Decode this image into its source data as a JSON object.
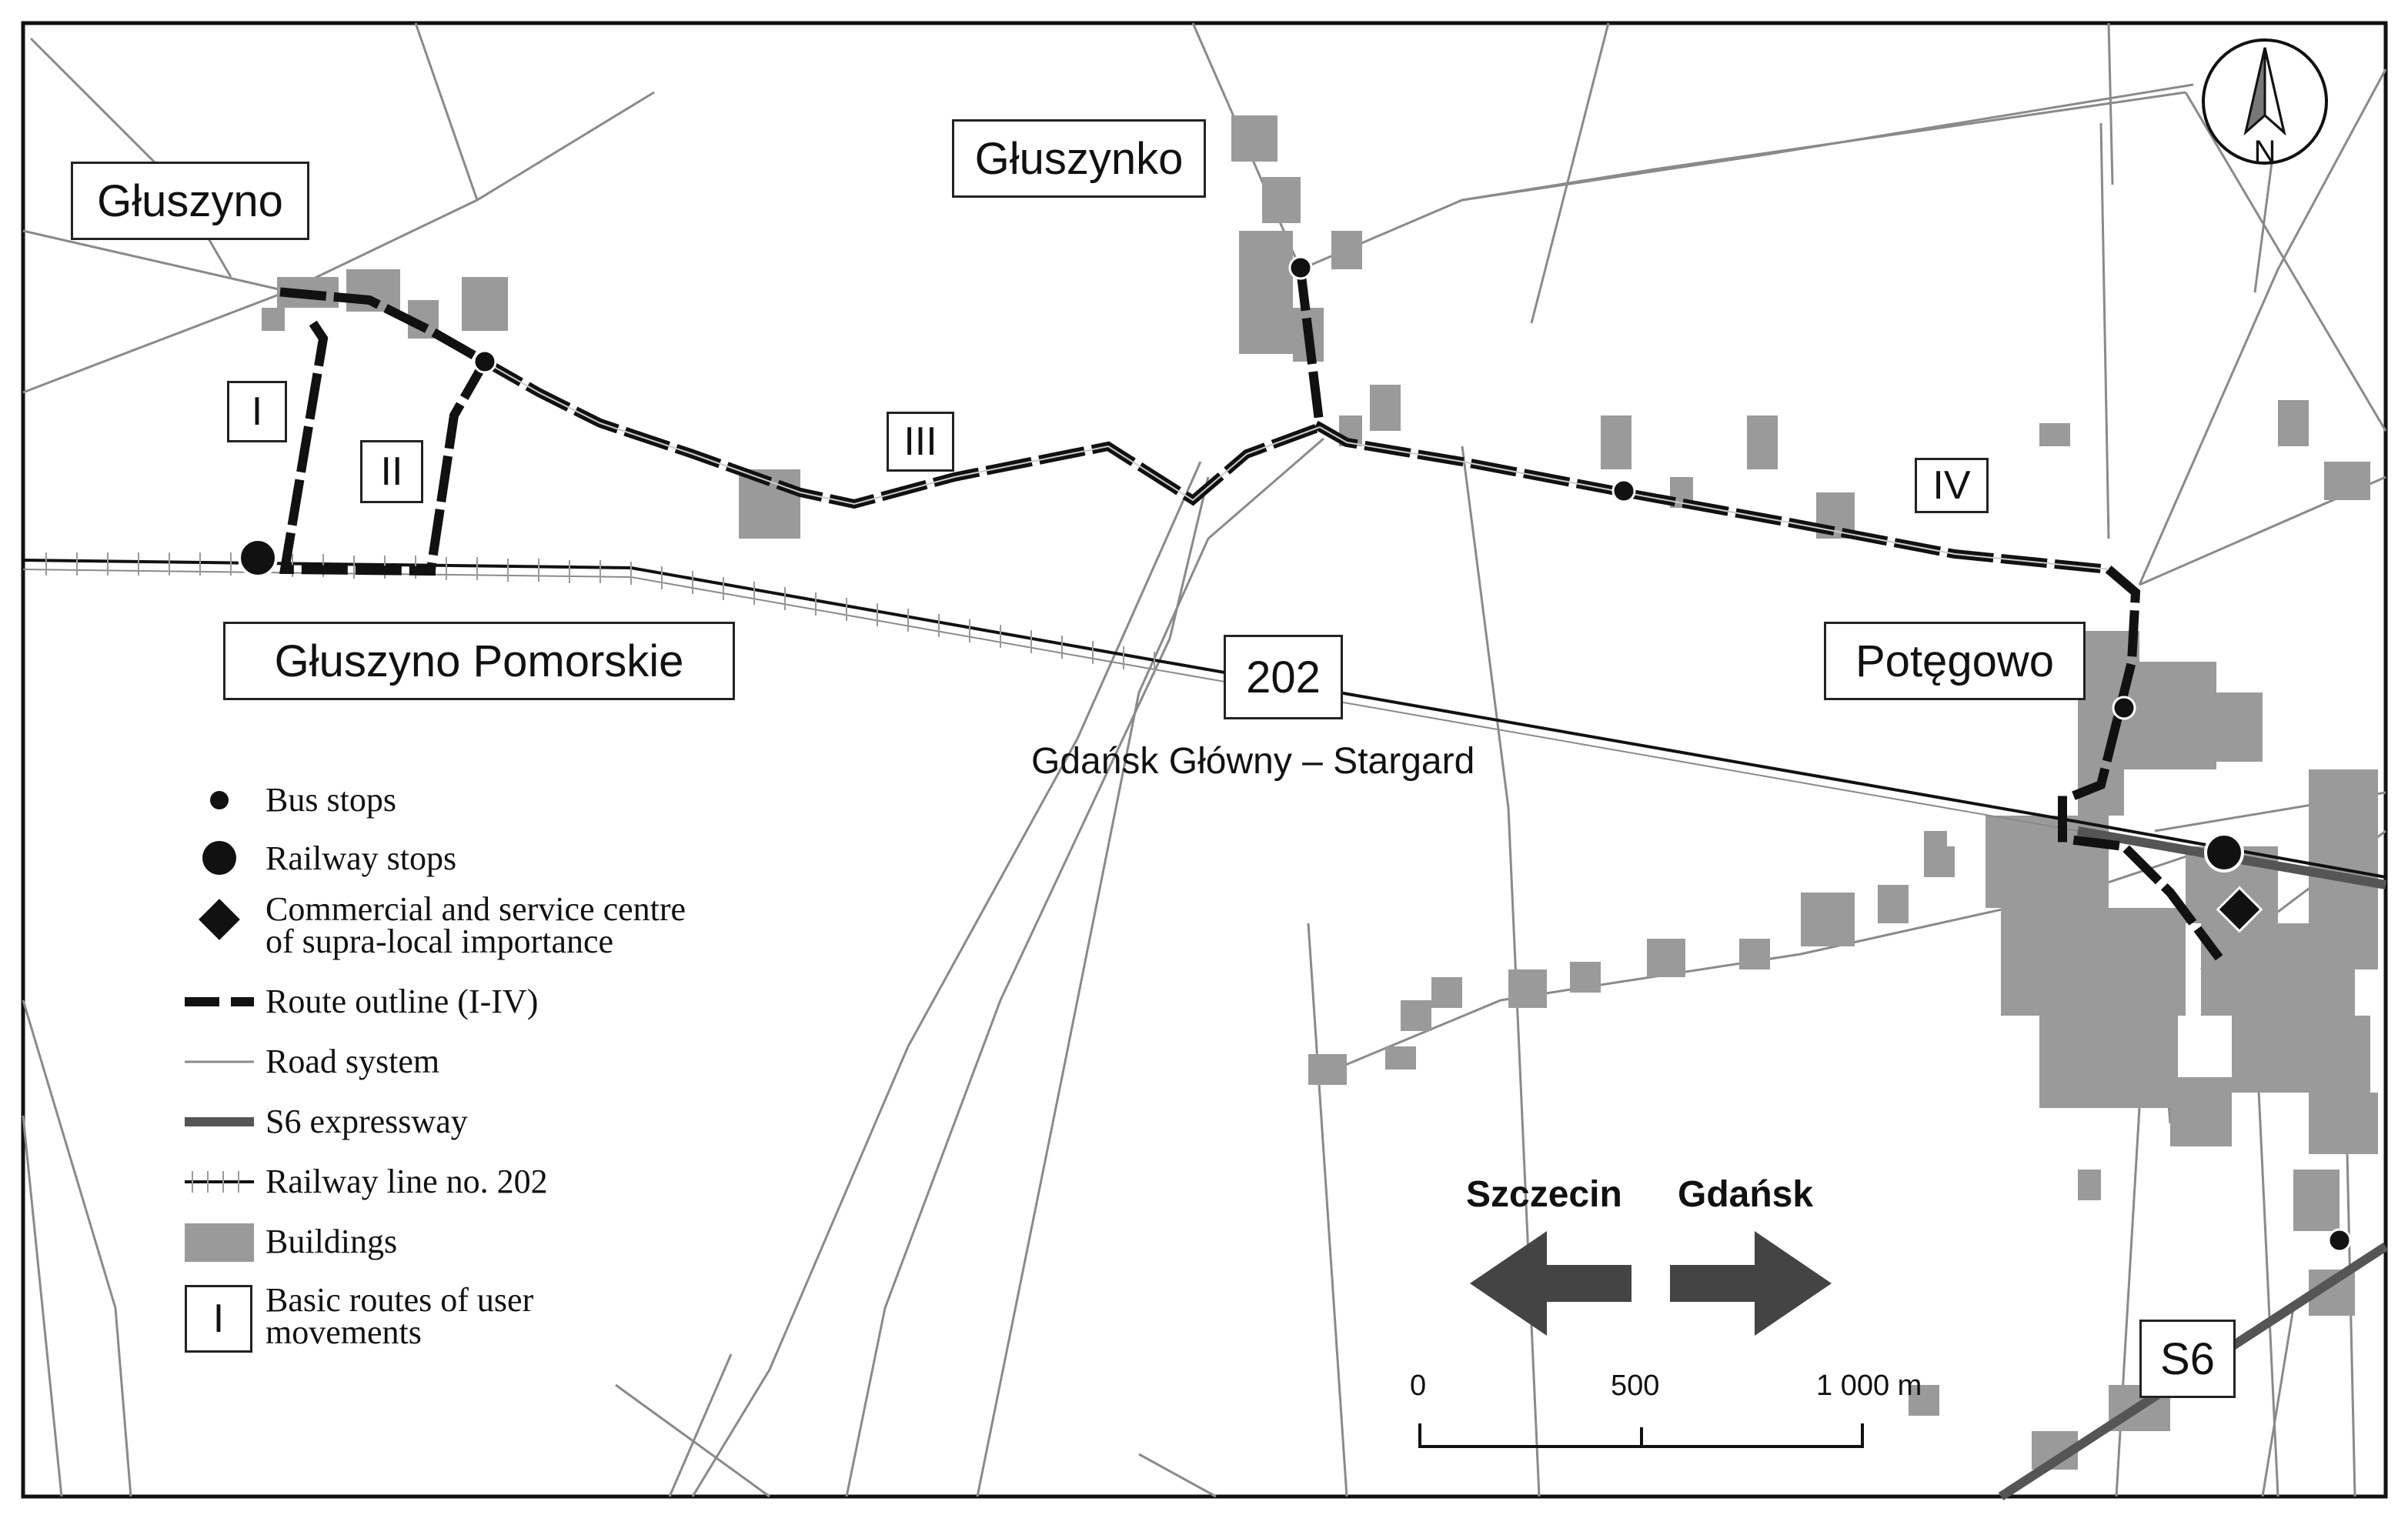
{
  "places": {
    "gluszyno": "Głuszyno",
    "gluszynko": "Głuszynko",
    "gluszyno_pomorskie": "Głuszyno Pomorskie",
    "potegowo": "Potęgowo"
  },
  "routes": [
    "I",
    "II",
    "III",
    "IV"
  ],
  "railway": {
    "number": "202",
    "name": "Gdańsk Główny – Stargard"
  },
  "expressway": "S6",
  "north": "N",
  "directions": {
    "west": "Szczecin",
    "east": "Gdańsk"
  },
  "scale": {
    "ticks": [
      "0",
      "500",
      "1 000 m"
    ]
  },
  "legend": [
    {
      "label": "Bus stops"
    },
    {
      "label": "Railway stops"
    },
    {
      "label": "Commercial and service centre\nof supra-local importance",
      "line1": "Commercial and service centre",
      "line2": "of supra-local importance"
    },
    {
      "label": "Route outline (I-IV)"
    },
    {
      "label": "Road system"
    },
    {
      "label": "S6 expressway"
    },
    {
      "label": "Railway line no. 202"
    },
    {
      "label": "Buildings"
    },
    {
      "label": "Basic routes of user movements",
      "line1": "Basic routes of user",
      "line2": "movements"
    }
  ],
  "legend_symbol": "I",
  "colors": {
    "buildings": "#9a9a9a",
    "roads": "#8a8a8a",
    "route": "#111111",
    "expressway": "#555555"
  }
}
